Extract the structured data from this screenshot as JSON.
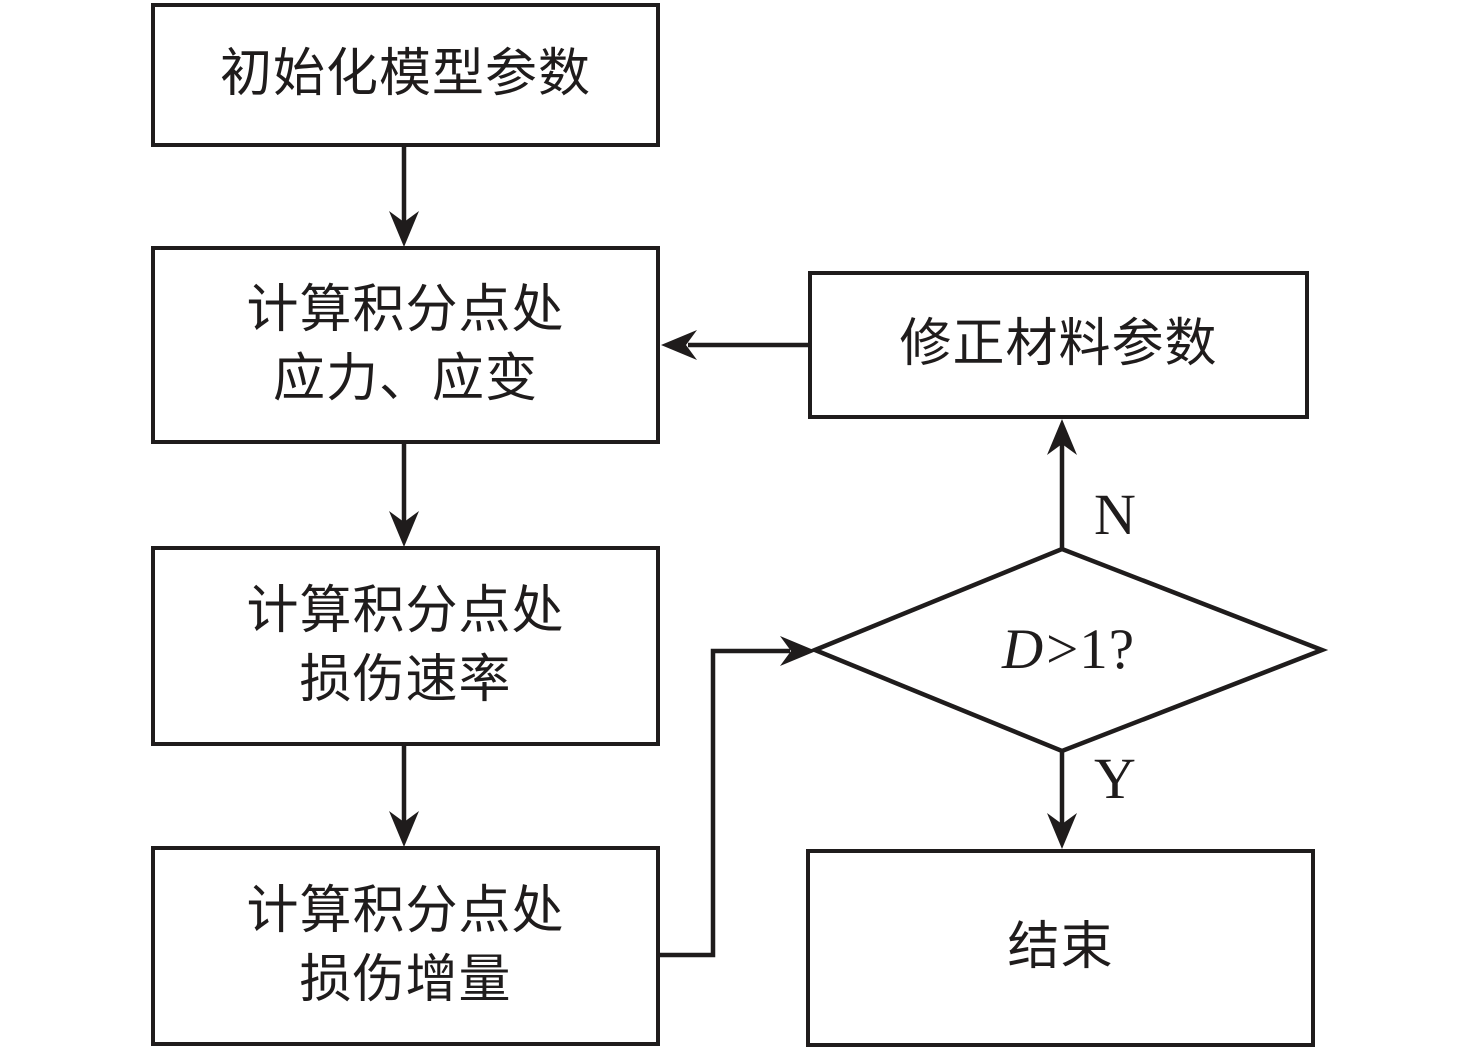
{
  "flowchart": {
    "nodes": {
      "init": {
        "label": "初始化模型参数"
      },
      "compute_stress_strain": {
        "line1": "计算积分点处",
        "line2": "应力、应变"
      },
      "compute_damage_rate": {
        "line1": "计算积分点处",
        "line2": "损伤速率"
      },
      "compute_damage_increment": {
        "line1": "计算积分点处",
        "line2": "损伤增量"
      },
      "modify_material_params": {
        "label": "修正材料参数"
      },
      "decision": {
        "variable": "D",
        "condition": ">1?"
      },
      "end": {
        "label": "结束"
      }
    },
    "edge_labels": {
      "no": "N",
      "yes": "Y"
    },
    "colors": {
      "stroke": "#1f1c1c",
      "background": "#ffffff"
    }
  }
}
